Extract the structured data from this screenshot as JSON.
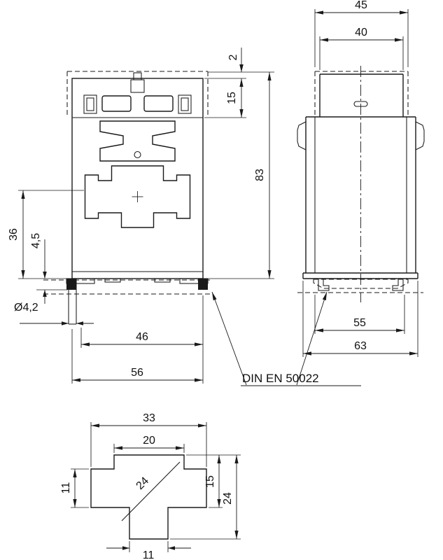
{
  "drawing": {
    "standard_label": "DIN EN 50022",
    "front_view": {
      "dims": {
        "cover_offset": "2",
        "terminal_height": "15",
        "overall_height": "83",
        "window_center_height": "36",
        "rail_clearance": "4,5",
        "pin_diameter": "Ø4,2",
        "pin_spacing": "46",
        "overall_width": "56"
      }
    },
    "side_view": {
      "dims": {
        "cover_width": "45",
        "terminal_width": "40",
        "rail_width": "55",
        "overall_depth": "63"
      }
    },
    "window_detail": {
      "dims": {
        "upper_width": "33",
        "slot_width": "20",
        "diagonal": "24",
        "arm_height": "11",
        "upper_height": "15",
        "total_height": "24",
        "lower_width": "11"
      }
    }
  }
}
